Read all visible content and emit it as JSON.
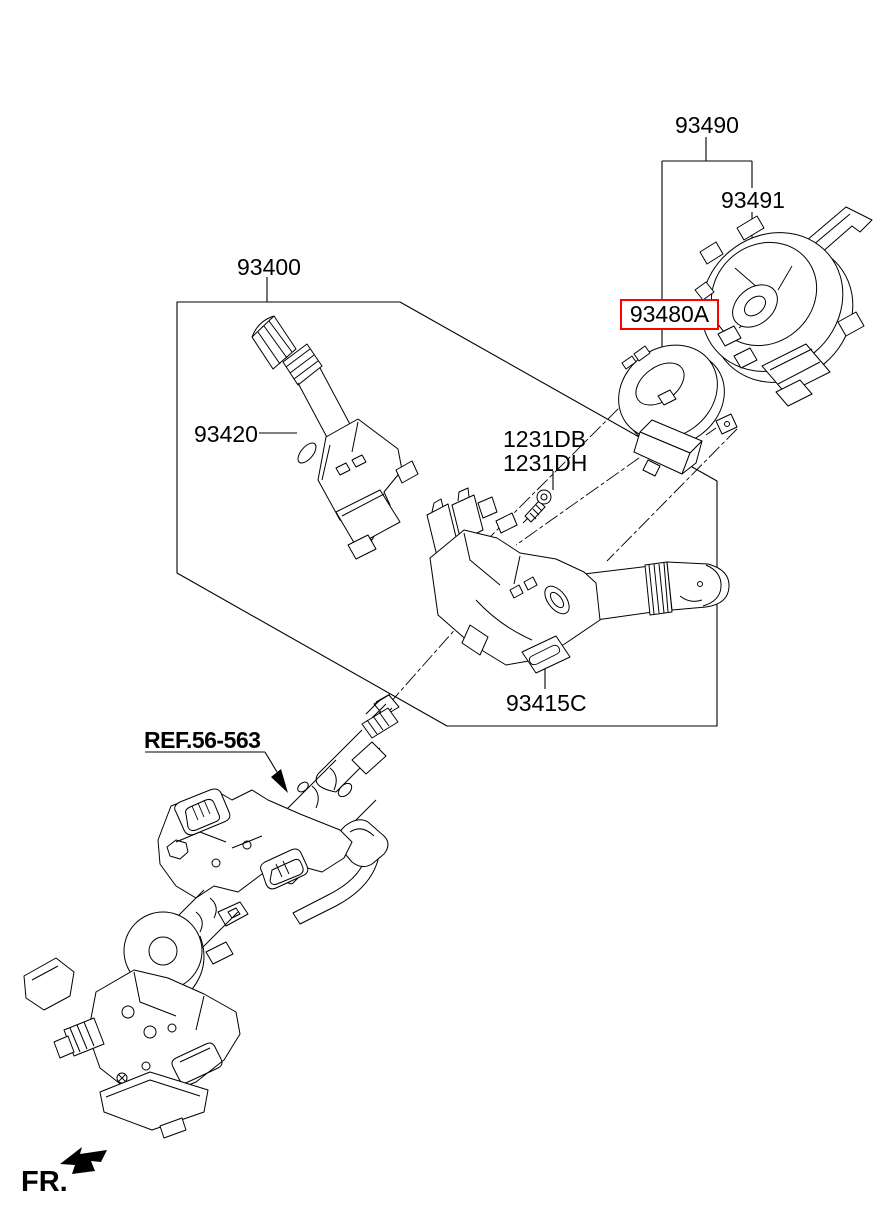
{
  "diagram": {
    "kind": "exploded-parts-diagram",
    "subject": "steering column multifunction switch assembly",
    "colors": {
      "background": "#FFFFFF",
      "line": "#000000",
      "text": "#000000",
      "highlight_box": "#FF0000"
    },
    "labels": {
      "group": {
        "part_no": "93490"
      },
      "clock_spring": {
        "part_no": "93491"
      },
      "contact_assembly": {
        "part_no": "93480A",
        "highlighted": true
      },
      "switch_assembly": {
        "part_no": "93400"
      },
      "lighting_switch": {
        "part_no": "93420"
      },
      "screw_top": {
        "part_no": "1231DB"
      },
      "screw_bottom": {
        "part_no": "1231DH"
      },
      "wiper_switch": {
        "part_no": "93415C"
      },
      "column_reference": {
        "part_no": "REF.56-563"
      },
      "front_marker": {
        "text": "FR.",
        "icon": "front-direction-arrow-icon"
      }
    }
  }
}
